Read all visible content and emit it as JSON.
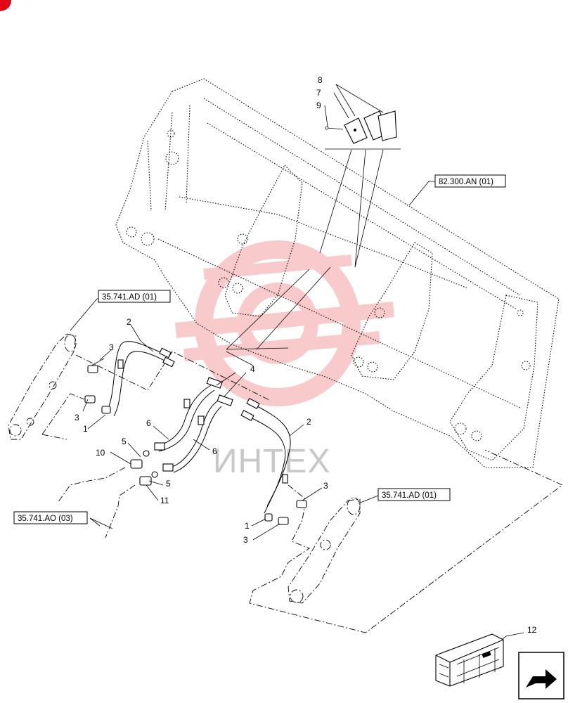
{
  "brand_color": "#e30613",
  "watermark": {
    "text": "ИНТЕХ",
    "color": "#f5a0a4"
  },
  "references": {
    "bucket": "82.300.AN (01)",
    "cylinder_left": "35.741.AD (01)",
    "cylinder_right": "35.741.AD (01)",
    "lines": "35.741.AO (03)"
  },
  "callouts": {
    "c1a": "1",
    "c1b": "1",
    "c2a": "2",
    "c2b": "2",
    "c3a": "3",
    "c3b": "3",
    "c3c": "3",
    "c3d": "3",
    "c4": "4",
    "c5a": "5",
    "c5b": "5",
    "c6a": "6",
    "c6b": "6",
    "c7": "7",
    "c8": "8",
    "c9": "9",
    "c10": "10",
    "c11": "11",
    "c12": "12"
  },
  "icons": {
    "corner": "corner-badge-icon",
    "nav": "next-page-arrow-icon",
    "kit": "shipping-crate-icon"
  }
}
